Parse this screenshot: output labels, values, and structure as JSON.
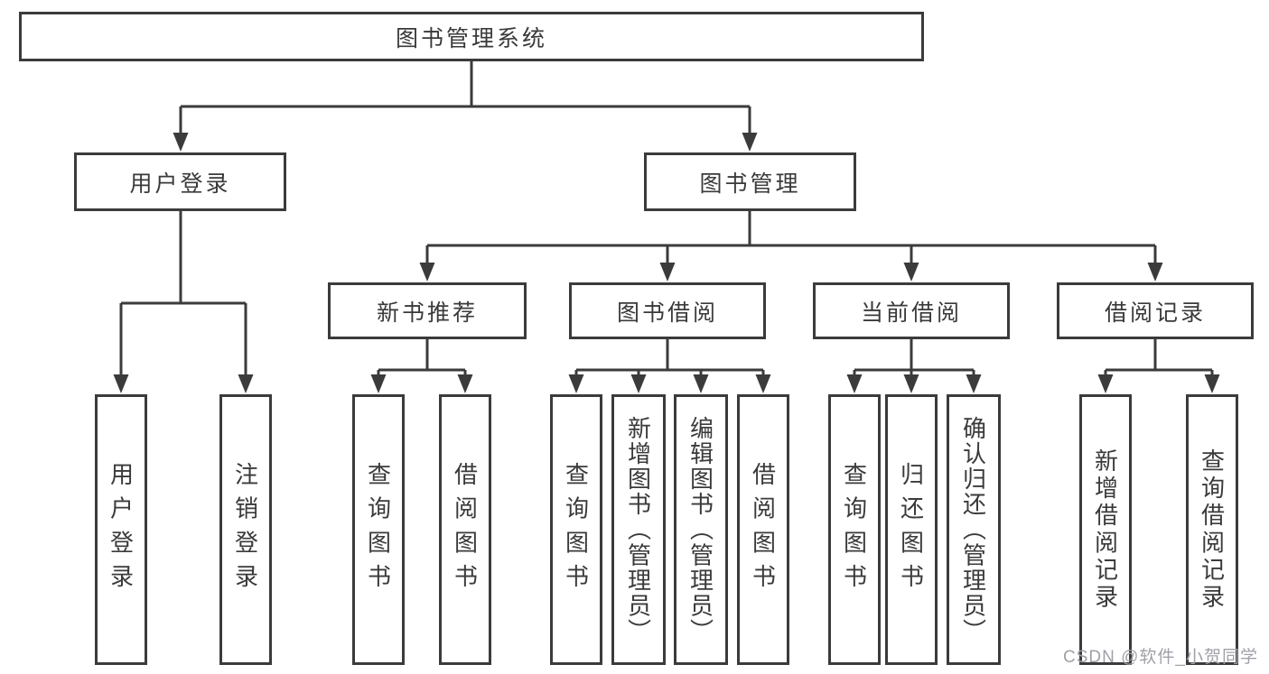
{
  "diagram": {
    "root": {
      "label": "图书管理系统"
    },
    "branches": [
      {
        "label": "用户登录",
        "children": [
          {
            "label": "用户登录"
          },
          {
            "label": "注销登录"
          }
        ]
      },
      {
        "label": "图书管理",
        "groups": [
          {
            "label": "新书推荐",
            "children": [
              {
                "label": "查询图书"
              },
              {
                "label": "借阅图书"
              }
            ]
          },
          {
            "label": "图书借阅",
            "children": [
              {
                "label": "查询图书"
              },
              {
                "label": "新增图书（管理员）"
              },
              {
                "label": "编辑图书（管理员）"
              },
              {
                "label": "借阅图书"
              }
            ]
          },
          {
            "label": "当前借阅",
            "children": [
              {
                "label": "查询图书"
              },
              {
                "label": "归还图书"
              },
              {
                "label": "确认归还（管理员）"
              }
            ]
          },
          {
            "label": "借阅记录",
            "children": [
              {
                "label": "新增借阅记录"
              },
              {
                "label": "查询借阅记录"
              }
            ]
          }
        ]
      }
    ]
  },
  "colors": {
    "line": "#3b3b3b",
    "text": "#3a3a3a",
    "background": "#ffffff",
    "watermark": "#a0a0a8"
  },
  "watermark": {
    "text": "CSDN @软件_小贺同学"
  }
}
